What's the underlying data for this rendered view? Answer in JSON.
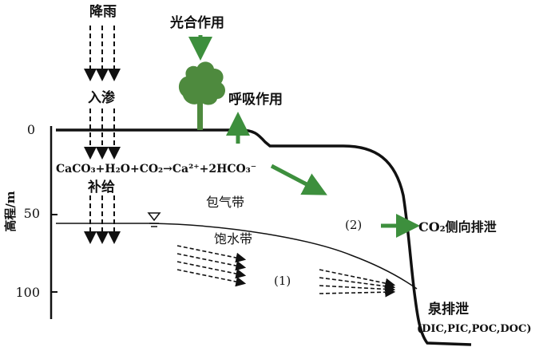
{
  "labels": {
    "rain": "降雨",
    "infiltration": "入渗",
    "recharge": "补给",
    "photosynthesis": "光合作用",
    "respiration": "呼吸作用",
    "vadose_zone": "包气带",
    "saturated_zone": "饱水带",
    "path1": "(1)",
    "path2": "(2)",
    "co2_lateral": "CO₂侧向排泄",
    "spring": "泉排泄",
    "spring_forms": "(DIC,PIC,POC,DOC)"
  },
  "equation": {
    "text": "CaCO₃+H₂O+CO₂→Ca²⁺+2HCO₃⁻"
  },
  "axis": {
    "title": "高程/m",
    "ticks": [
      "0",
      "50",
      "100"
    ]
  },
  "colors": {
    "green_arrow": "#3d8f3d",
    "tree": "#4e8a3e",
    "black": "#111111"
  },
  "icons": {
    "tree": "tree-icon",
    "water_table": "water-table-icon"
  }
}
